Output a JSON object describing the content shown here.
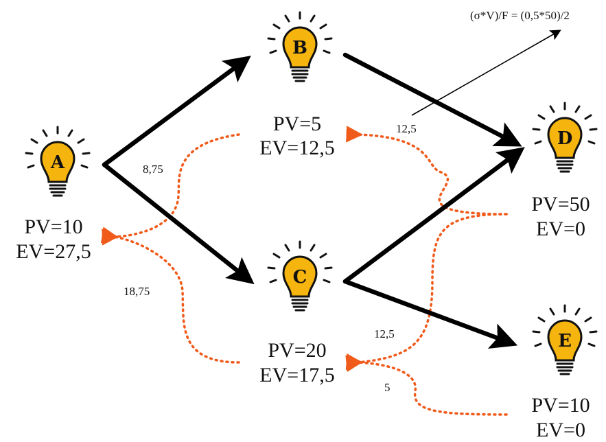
{
  "nodes": [
    {
      "id": "A",
      "letter": "A",
      "pv": "PV=10",
      "ev": "EV=27,5"
    },
    {
      "id": "B",
      "letter": "B",
      "pv": "PV=5",
      "ev": "EV=12,5"
    },
    {
      "id": "C",
      "letter": "C",
      "pv": "PV=20",
      "ev": "EV=17,5"
    },
    {
      "id": "D",
      "letter": "D",
      "pv": "PV=50",
      "ev": "EV=0"
    },
    {
      "id": "E",
      "letter": "E",
      "pv": "PV=10",
      "ev": "EV=0"
    }
  ],
  "flows": [
    {
      "from": "D",
      "to": "B",
      "label": "12,5"
    },
    {
      "from": "D",
      "to": "C",
      "label": "12,5"
    },
    {
      "from": "E",
      "to": "C",
      "label": "5"
    },
    {
      "from": "B",
      "to": "A",
      "label": "8,75"
    },
    {
      "from": "C",
      "to": "A",
      "label": "18,75"
    }
  ],
  "formula": "(σ*V)/F = (0,5*50)/2",
  "colors": {
    "bulb_fill": "#F6B50E",
    "bulb_outline": "#111111",
    "arrow": "#000000",
    "flow": "#F05A1A"
  }
}
